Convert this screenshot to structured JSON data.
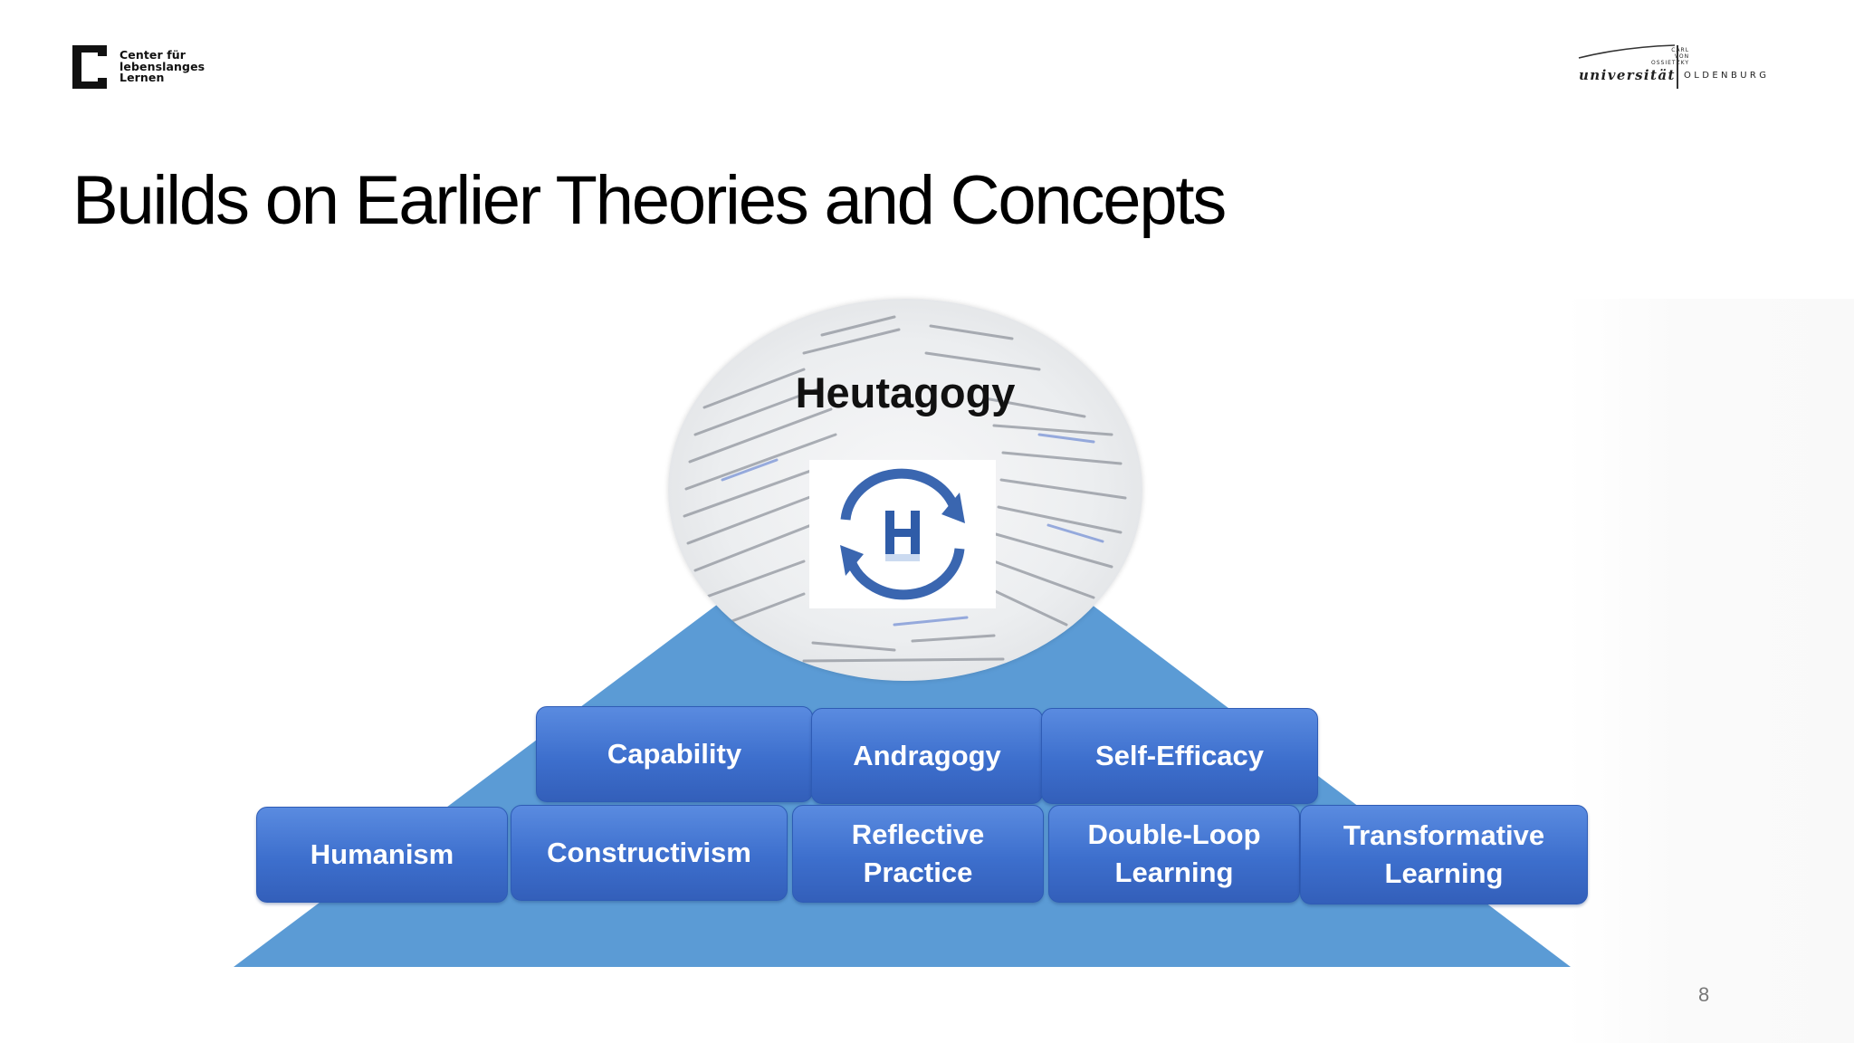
{
  "header": {
    "left_logo": {
      "lines": [
        "Center für",
        "lebenslanges",
        "Lernen"
      ]
    },
    "right_logo": {
      "name_lines": [
        "CARL",
        "VON",
        "OSSIETZKY"
      ],
      "word": "universität",
      "city": "OLDENBURG"
    }
  },
  "title": "Builds on Earlier Theories and Concepts",
  "diagram": {
    "apex": {
      "label": "Heutagogy",
      "icon": "heutagogy-h-cycle-icon"
    },
    "upper_row": [
      "Capability",
      "Andragogy",
      "Self-Efficacy"
    ],
    "lower_row": [
      {
        "line1": "Humanism",
        "line2": ""
      },
      {
        "line1": "Constructivism",
        "line2": ""
      },
      {
        "line1": "Reflective",
        "line2": "Practice"
      },
      {
        "line1": "Double-Loop",
        "line2": "Learning"
      },
      {
        "line1": "Transformative",
        "line2": "Learning"
      }
    ],
    "colors": {
      "pyramid": "#5b9bd5",
      "block": "#3d6fcd",
      "block_text": "#ffffff"
    }
  },
  "page_number": "8"
}
